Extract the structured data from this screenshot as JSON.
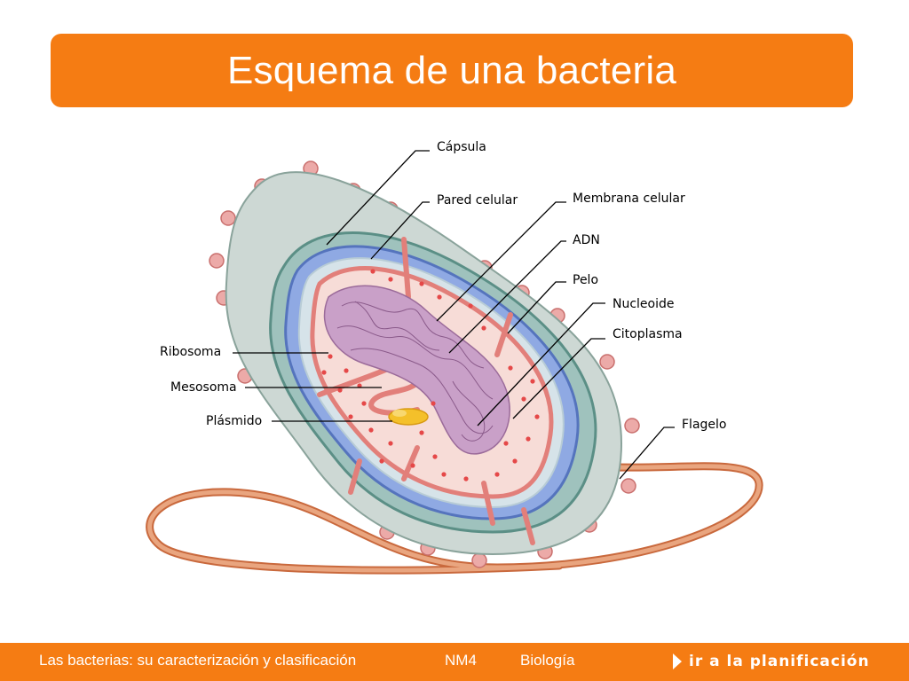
{
  "header": {
    "title": "Esquema de una bacteria"
  },
  "diagram": {
    "labels": {
      "capsula": "Cápsula",
      "pared": "Pared celular",
      "membrana": "Membrana celular",
      "adn": "ADN",
      "pelo": "Pelo",
      "nucleoide": "Nucleoide",
      "citoplasma": "Citoplasma",
      "flagelo": "Flagelo",
      "ribosoma": "Ribosoma",
      "mesosoma": "Mesosoma",
      "plasmido": "Plásmido"
    },
    "colors": {
      "capsule": "#c9d6d1",
      "cell_wall": "#5b8f86",
      "membrane": "#6d8fd4",
      "cytoplasm": "#f7dcd7",
      "nucleoid": "#b889b7",
      "ribosome": "#e54848",
      "plasmid": "#f4c02a",
      "flagellum": "#d9895c",
      "pili": "#e9a3a3"
    }
  },
  "footer": {
    "course": "Las bacterias: su caracterización y clasificación",
    "level": "NM4",
    "subject": "Biología",
    "plan_link": "ir a la planificación"
  }
}
